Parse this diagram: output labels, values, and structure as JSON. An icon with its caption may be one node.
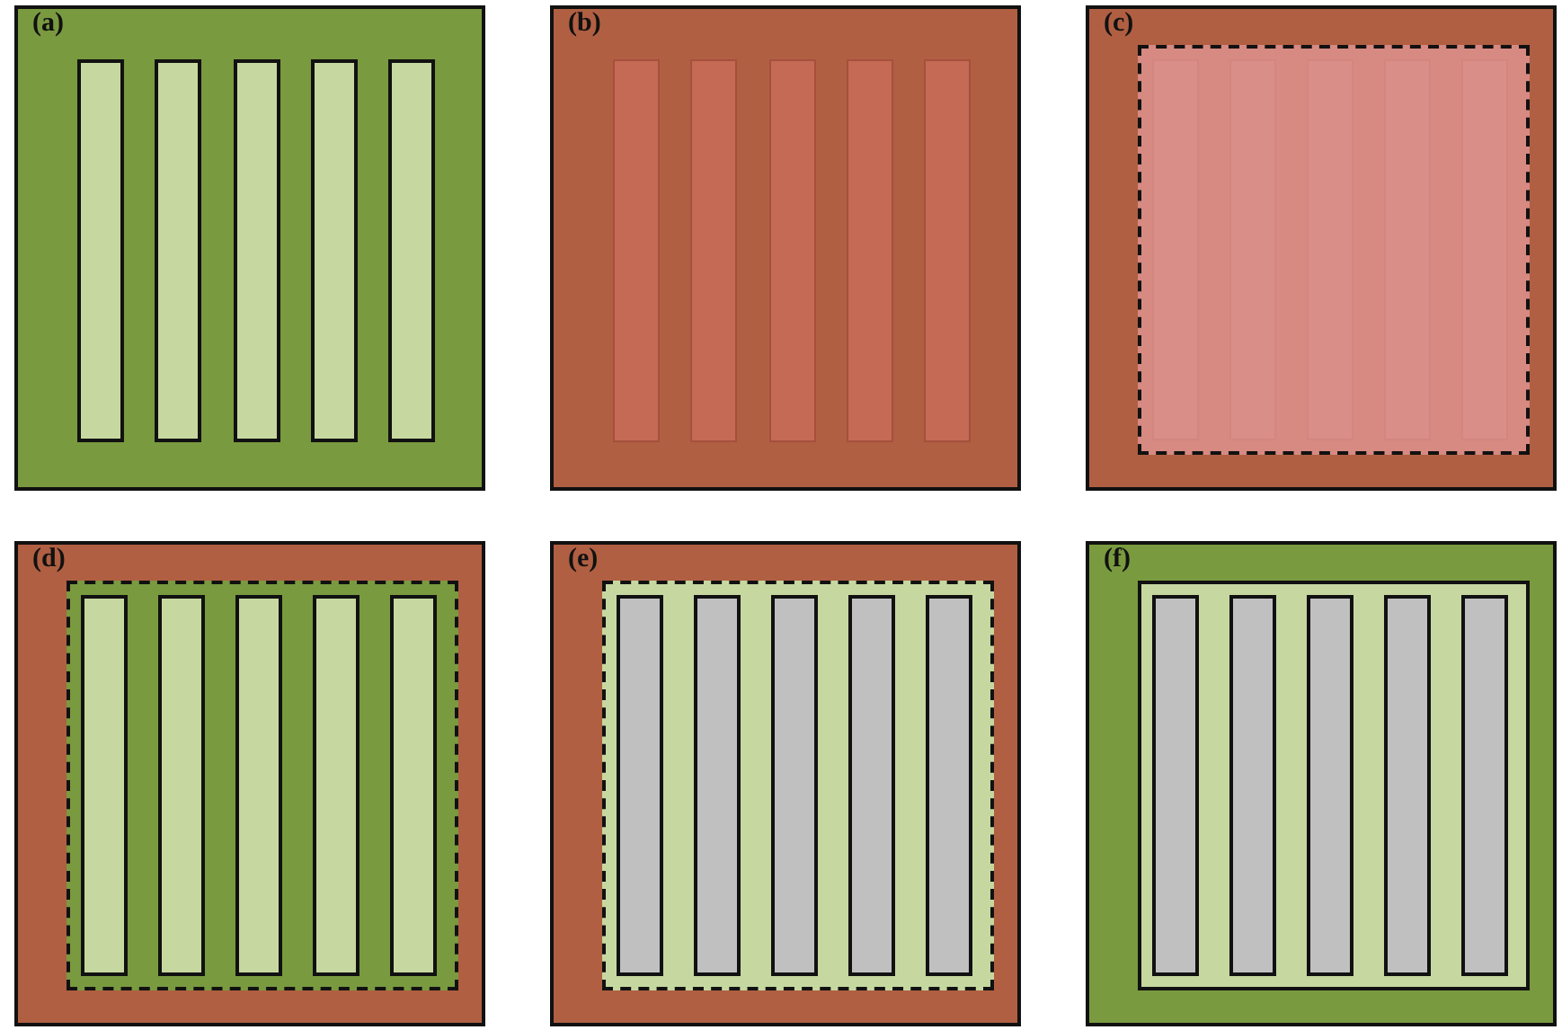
{
  "diagram": {
    "nodes": [
      {
        "text": [
          "(a)"
        ]
      },
      {
        "text": [
          "(b)"
        ]
      },
      {
        "text": [
          "(c)"
        ]
      },
      {
        "text": [
          "(d)"
        ]
      },
      {
        "text": [
          "(e)"
        ]
      },
      {
        "text": [
          "(f)"
        ]
      }
    ]
  }
}
